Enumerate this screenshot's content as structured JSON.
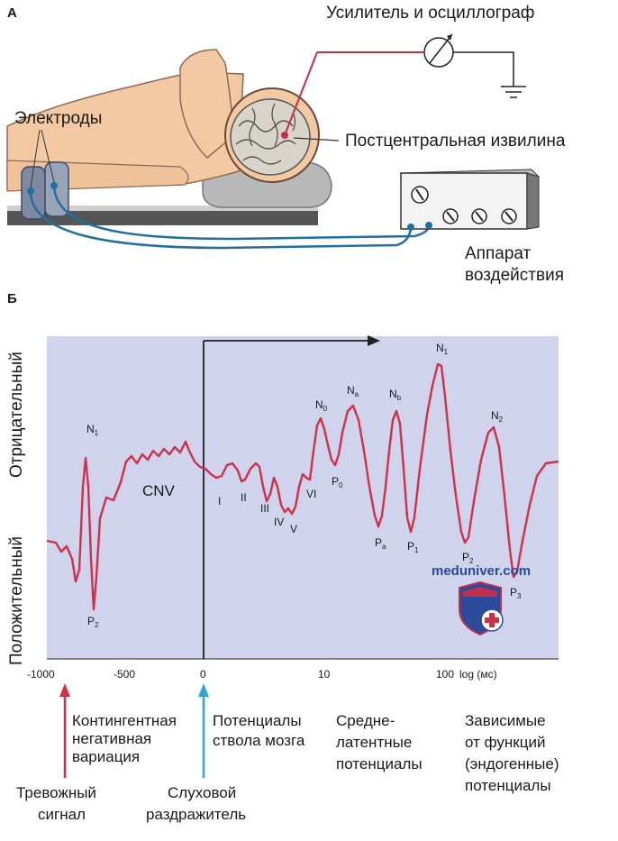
{
  "panel_a": {
    "letter": "А",
    "amplifier_label": "Усилитель и осциллограф",
    "electrodes_label": "Электроды",
    "gyrus_label": "Постцентральная извилина",
    "stimulator_label_line1": "Аппарат",
    "stimulator_label_line2": "воздействия"
  },
  "panel_b": {
    "letter": "Б",
    "ylabel_negative": "Отрицательный",
    "ylabel_positive": "Положительный",
    "cnv_label": "CNV",
    "plot_bg": "#cfd3ec",
    "trace_color": "#d0304a",
    "x_ticks": [
      "-1000",
      "-500",
      "0",
      "10",
      "100"
    ],
    "x_unit": "log (мс)",
    "peaks": {
      "n1_left": "N",
      "n1_left_sub": "1",
      "p2_left": "P",
      "p2_left_sub": "2",
      "roman_i": "I",
      "roman_ii": "II",
      "roman_iii": "III",
      "roman_iv": "IV",
      "roman_v": "V",
      "roman_vi": "VI",
      "n0": "N",
      "n0_sub": "0",
      "p0": "P",
      "p0_sub": "0",
      "na": "N",
      "na_sub": "a",
      "pa": "P",
      "pa_sub": "a",
      "nb": "N",
      "nb_sub": "b",
      "p1": "P",
      "p1_sub": "1",
      "n1_right": "N",
      "n1_right_sub": "1",
      "p2_right": "P",
      "p2_right_sub": "2",
      "n2": "N",
      "n2_sub": "2",
      "p3": "P",
      "p3_sub": "3"
    },
    "watermark": "meduniver.com",
    "captions": {
      "cnv_line1": "Контингентная",
      "cnv_line2": "негативная",
      "cnv_line3": "вариация",
      "brainstem_line1": "Потенциалы",
      "brainstem_line2": "ствола мозга",
      "mid_line1": "Средне-",
      "mid_line2": "латентные",
      "mid_line3": "потенциалы",
      "late_line1": "Зависимые",
      "late_line2": "от функций",
      "late_line3": "(эндогенные)",
      "late_line4": "потенциалы",
      "warning_line1": "Тревожный",
      "warning_line2": "сигнал",
      "auditory_line1": "Слуховой",
      "auditory_line2": "раздражитель"
    },
    "warning_arrow_color": "#d0304a",
    "auditory_arrow_color": "#2aa8d8"
  }
}
